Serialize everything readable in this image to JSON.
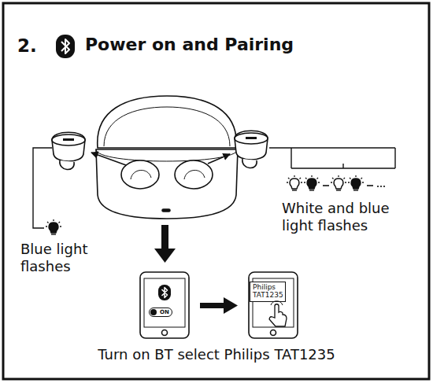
{
  "diagram": {
    "title": "Power on and Pairing",
    "caption": "Turn on BT select Philips TAT1235",
    "nodes": [
      {
        "text": [
          "ON"
        ]
      },
      {
        "text": [
          "Philips TAT1235"
        ]
      }
    ],
    "labels": [
      "2.",
      "Blue light flashes",
      "White and blue light flashes"
    ]
  }
}
